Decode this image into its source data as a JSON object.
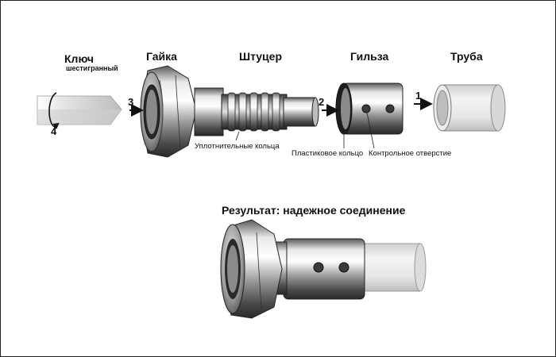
{
  "labels": {
    "key_title": "Ключ",
    "key_subtitle": "шестигранный",
    "nut": "Гайка",
    "fitting": "Штуцер",
    "sleeve": "Гильза",
    "pipe": "Труба",
    "sealing_rings": "Уплотнительные кольца",
    "plastic_ring": "Пластиковое кольцо",
    "control_hole": "Контрольное отверстие",
    "result": "Результат: надежное соединение"
  },
  "steps": {
    "s1": "1",
    "s2": "2",
    "s3": "3",
    "s4": "4"
  }
}
